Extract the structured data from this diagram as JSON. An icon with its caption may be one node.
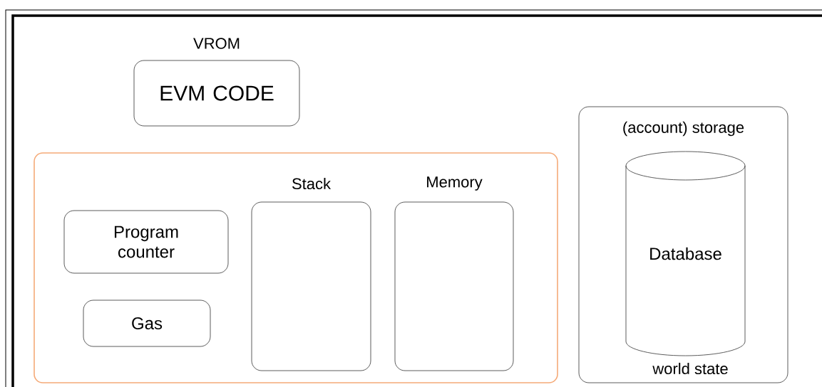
{
  "diagram": {
    "nodes": [
      {
        "text": [
          "VROM",
          "EVM CODE"
        ]
      },
      {
        "text": [],
        "shape": "box"
      },
      {
        "text": [
          "Program counter"
        ],
        "in": 1
      },
      {
        "text": [
          "Gas"
        ],
        "in": 1
      },
      {
        "text": [
          "Stack"
        ],
        "in": 1
      },
      {
        "text": [
          "Memory"
        ],
        "in": 1
      },
      {
        "text": [
          "(account) storage",
          "world state"
        ]
      },
      {
        "text": [
          "Database"
        ],
        "in": 6
      }
    ]
  }
}
